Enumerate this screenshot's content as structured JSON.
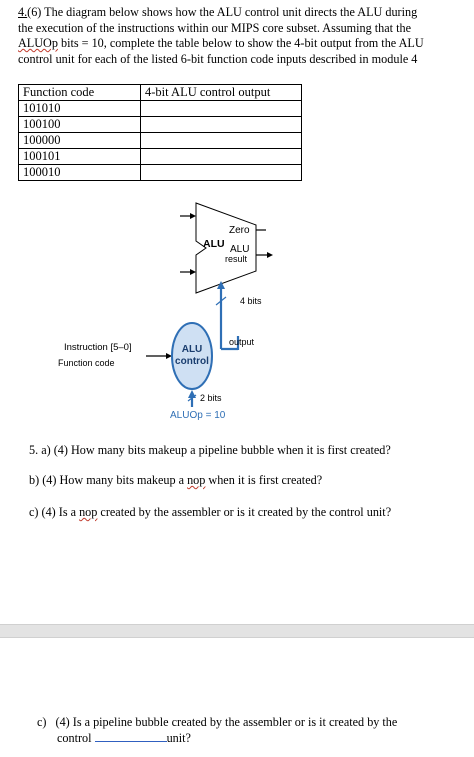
{
  "question4": {
    "number": "4.",
    "line1": "(6) The diagram below shows how the ALU control unit directs the ALU during",
    "line2": "the execution of the instructions within our MIPS core subset.  Assuming that the",
    "line3_word": "ALUOp",
    "line3_rest": " bits = 10, complete the table below to show the 4-bit output from the ALU",
    "line4": "control unit for each of the listed 6-bit function code inputs described in module 4"
  },
  "table": {
    "headers": [
      "Function code",
      "4-bit ALU control output"
    ],
    "rows": [
      [
        "101010",
        ""
      ],
      [
        "100100",
        ""
      ],
      [
        "100000",
        ""
      ],
      [
        "100101",
        ""
      ],
      [
        "100010",
        ""
      ]
    ]
  },
  "diagram": {
    "zero": "Zero",
    "alu": "ALU",
    "alu_result_1": "ALU",
    "alu_result_2": "result",
    "four_bits": "4 bits",
    "output": "output",
    "instruction": "Instruction [5–0]",
    "function_code": "Function code",
    "alu_control_1": "ALU",
    "alu_control_2": "control",
    "two_bits": "2 bits",
    "aluop": "ALUOp = 10"
  },
  "q5a": "5. a) (4) How many bits makeup a pipeline bubble when it is first created?",
  "q5b_pre": "b) (4) How many bits makeup a ",
  "q5b_nop": "nop",
  "q5b_post": " when it is first created?",
  "q5c_pre": "c) (4) Is a ",
  "q5c_nop": "nop",
  "q5c_post": " created by the assembler or is it created by the control unit?",
  "q_last": {
    "label": "c)",
    "line1": "(4) Is a pipeline bubble created by the assembler or is it created by the",
    "line2_pre": "control ",
    "line2_post": "unit?"
  },
  "colors": {
    "wire": "#2f6fb5",
    "ellipse_fill": "#cfe0f3",
    "ellipse_stroke": "#2f6fb5",
    "aluop_text": "#2f6fb5"
  }
}
